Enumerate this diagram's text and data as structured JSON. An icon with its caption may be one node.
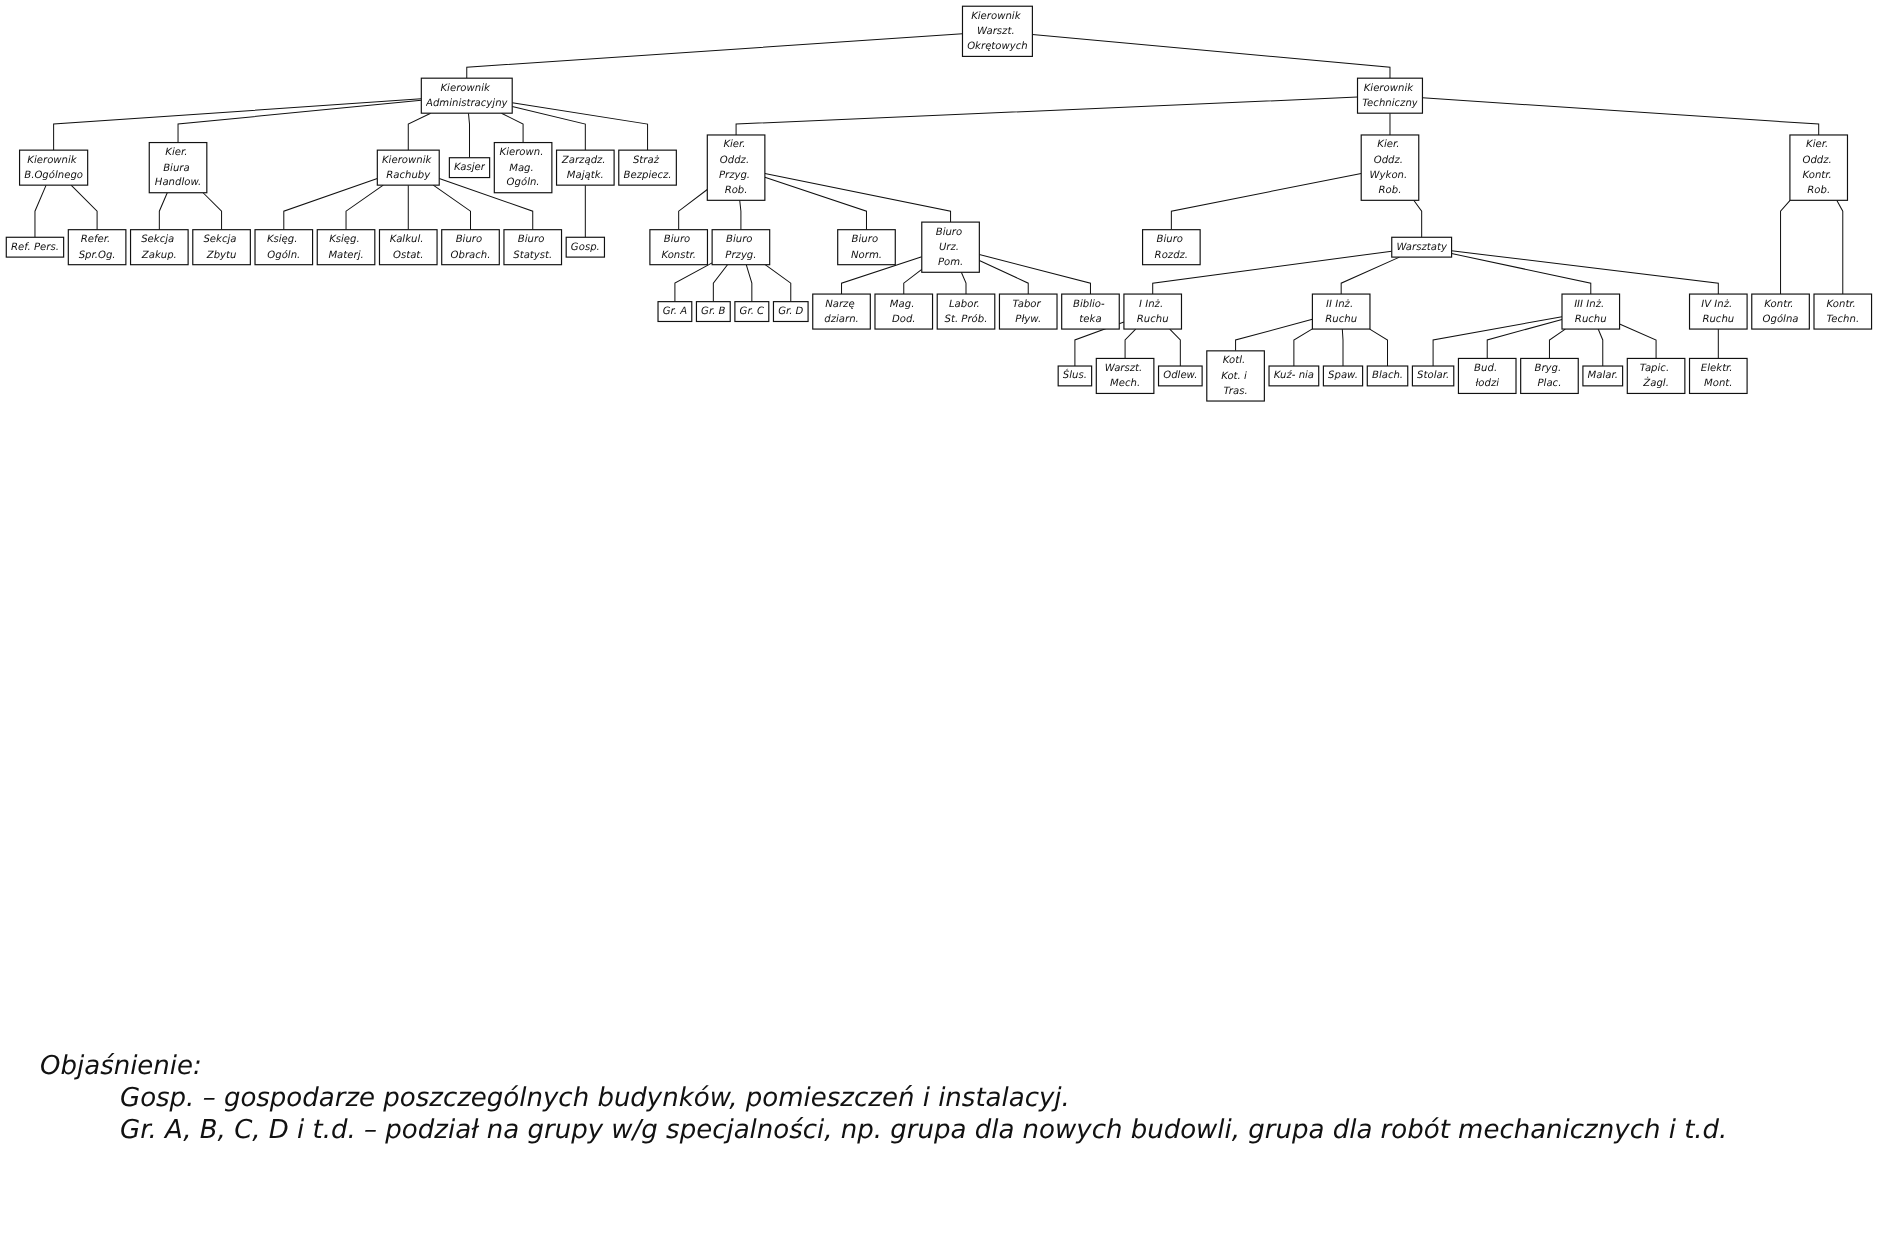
{
  "diagram": {
    "nodes": [
      {
        "text": [
          "Kierownik Warszt. Okrętowych"
        ]
      },
      {
        "text": [
          "Kierownik Administracyjny"
        ]
      },
      {
        "text": [
          "Kierownik Techniczny"
        ]
      },
      {
        "text": [
          "Kierownik B.Ogólnego"
        ]
      },
      {
        "text": [
          "Kier. Biura Handlow."
        ]
      },
      {
        "text": [
          "Kierownik Rachuby"
        ]
      },
      {
        "text": [
          "Kasjer"
        ]
      },
      {
        "text": [
          "Kierown. Mag. Ogóln."
        ]
      },
      {
        "text": [
          "Zarządz. Majątk."
        ]
      },
      {
        "text": [
          "Straż Bezpiecz."
        ]
      },
      {
        "text": [
          "Ref. Pers."
        ]
      },
      {
        "text": [
          "Refer. Spr.Og."
        ]
      },
      {
        "text": [
          "Sekcja Zakup."
        ]
      },
      {
        "text": [
          "Sekcja Zbytu"
        ]
      },
      {
        "text": [
          "Księg. Ogóln."
        ]
      },
      {
        "text": [
          "Księg. Materj."
        ]
      },
      {
        "text": [
          "Kalkul. Ostat."
        ]
      },
      {
        "text": [
          "Biuro Obrach."
        ]
      },
      {
        "text": [
          "Biuro Statyst."
        ]
      },
      {
        "text": [
          "Gosp."
        ]
      },
      {
        "text": [
          "Kier. Oddz. Przyg. Rob."
        ]
      },
      {
        "text": [
          "Kier. Oddz. Wykon. Rob."
        ]
      },
      {
        "text": [
          "Kier. Oddz. Kontr. Rob."
        ]
      },
      {
        "text": [
          "Biuro Konstr."
        ]
      },
      {
        "text": [
          "Biuro Przyg."
        ]
      },
      {
        "text": [
          "Biuro Norm."
        ]
      },
      {
        "text": [
          "Biuro Urz. Pom."
        ]
      },
      {
        "text": [
          "Biuro Rozdz."
        ]
      },
      {
        "text": [
          "Kontr. Ogólna"
        ]
      },
      {
        "text": [
          "Kontr. Techn."
        ]
      },
      {
        "text": [
          "Gr. A"
        ]
      },
      {
        "text": [
          "Gr. B"
        ]
      },
      {
        "text": [
          "Gr. C"
        ]
      },
      {
        "text": [
          "Gr. D"
        ]
      },
      {
        "text": [
          "Narzę dziarn."
        ]
      },
      {
        "text": [
          "Mag. Dod."
        ]
      },
      {
        "text": [
          "Labor. St. Prób."
        ]
      },
      {
        "text": [
          "Tabor Pływ."
        ]
      },
      {
        "text": [
          "Biblio- teka"
        ]
      },
      {
        "text": [
          "Warsztaty"
        ]
      },
      {
        "text": [
          "I Inż. Ruchu"
        ]
      },
      {
        "text": [
          "II Inż. Ruchu"
        ]
      },
      {
        "text": [
          "III Inż. Ruchu"
        ]
      },
      {
        "text": [
          "IV Inż. Ruchu"
        ]
      },
      {
        "text": [
          "Ślus."
        ]
      },
      {
        "text": [
          "Warszt. Mech."
        ]
      },
      {
        "text": [
          "Odlew."
        ]
      },
      {
        "text": [
          "Kotl. Kot. i Tras."
        ]
      },
      {
        "text": [
          "Kuź- nia"
        ]
      },
      {
        "text": [
          "Spaw."
        ]
      },
      {
        "text": [
          "Blach."
        ]
      },
      {
        "text": [
          "Stolar."
        ]
      },
      {
        "text": [
          "Bud. łodzi"
        ]
      },
      {
        "text": [
          "Bryg. Plac."
        ]
      },
      {
        "text": [
          "Malar."
        ]
      },
      {
        "text": [
          "Tapic. Żagl."
        ]
      },
      {
        "text": [
          "Elektr. Mont."
        ]
      }
    ],
    "edges": [
      {
        "from": 0,
        "to": 1,
        "arrow": "none"
      },
      {
        "from": 0,
        "to": 2,
        "arrow": "none"
      },
      {
        "from": 1,
        "to": 3,
        "arrow": "none"
      },
      {
        "from": 1,
        "to": 4,
        "arrow": "none"
      },
      {
        "from": 1,
        "to": 5,
        "arrow": "none"
      },
      {
        "from": 1,
        "to": 6,
        "arrow": "none"
      },
      {
        "from": 1,
        "to": 7,
        "arrow": "none"
      },
      {
        "from": 1,
        "to": 8,
        "arrow": "none"
      },
      {
        "from": 1,
        "to": 9,
        "arrow": "none"
      },
      {
        "from": 3,
        "to": 10,
        "arrow": "none"
      },
      {
        "from": 3,
        "to": 11,
        "arrow": "none"
      },
      {
        "from": 4,
        "to": 12,
        "arrow": "none"
      },
      {
        "from": 4,
        "to": 13,
        "arrow": "none"
      },
      {
        "from": 5,
        "to": 14,
        "arrow": "none"
      },
      {
        "from": 5,
        "to": 15,
        "arrow": "none"
      },
      {
        "from": 5,
        "to": 16,
        "arrow": "none"
      },
      {
        "from": 5,
        "to": 17,
        "arrow": "none"
      },
      {
        "from": 5,
        "to": 18,
        "arrow": "none"
      },
      {
        "from": 8,
        "to": 19,
        "arrow": "none"
      },
      {
        "from": 2,
        "to": 20,
        "arrow": "none"
      },
      {
        "from": 2,
        "to": 21,
        "arrow": "none"
      },
      {
        "from": 2,
        "to": 22,
        "arrow": "none"
      },
      {
        "from": 20,
        "to": 23,
        "arrow": "none"
      },
      {
        "from": 20,
        "to": 24,
        "arrow": "none"
      },
      {
        "from": 20,
        "to": 25,
        "arrow": "none"
      },
      {
        "from": 20,
        "to": 26,
        "arrow": "none"
      },
      {
        "from": 24,
        "to": 30,
        "arrow": "none"
      },
      {
        "from": 24,
        "to": 31,
        "arrow": "none"
      },
      {
        "from": 24,
        "to": 32,
        "arrow": "none"
      },
      {
        "from": 24,
        "to": 33,
        "arrow": "none"
      },
      {
        "from": 26,
        "to": 34,
        "arrow": "none"
      },
      {
        "from": 26,
        "to": 35,
        "arrow": "none"
      },
      {
        "from": 26,
        "to": 36,
        "arrow": "none"
      },
      {
        "from": 26,
        "to": 37,
        "arrow": "none"
      },
      {
        "from": 26,
        "to": 38,
        "arrow": "none"
      },
      {
        "from": 21,
        "to": 27,
        "arrow": "none"
      },
      {
        "from": 21,
        "to": 39,
        "arrow": "none"
      },
      {
        "from": 22,
        "to": 28,
        "arrow": "none"
      },
      {
        "from": 22,
        "to": 29,
        "arrow": "none"
      },
      {
        "from": 39,
        "to": 40,
        "arrow": "none"
      },
      {
        "from": 39,
        "to": 41,
        "arrow": "none"
      },
      {
        "from": 39,
        "to": 42,
        "arrow": "none"
      },
      {
        "from": 39,
        "to": 43,
        "arrow": "none"
      },
      {
        "from": 40,
        "to": 44,
        "arrow": "none"
      },
      {
        "from": 40,
        "to": 45,
        "arrow": "none"
      },
      {
        "from": 40,
        "to": 46,
        "arrow": "none"
      },
      {
        "from": 41,
        "to": 47,
        "arrow": "none"
      },
      {
        "from": 41,
        "to": 48,
        "arrow": "none"
      },
      {
        "from": 41,
        "to": 49,
        "arrow": "none"
      },
      {
        "from": 41,
        "to": 50,
        "arrow": "none"
      },
      {
        "from": 42,
        "to": 51,
        "arrow": "none"
      },
      {
        "from": 42,
        "to": 52,
        "arrow": "none"
      },
      {
        "from": 42,
        "to": 53,
        "arrow": "none"
      },
      {
        "from": 42,
        "to": 54,
        "arrow": "none"
      },
      {
        "from": 42,
        "to": 55,
        "arrow": "none"
      },
      {
        "from": 43,
        "to": 56,
        "arrow": "none"
      }
    ],
    "labels": [
      "Objaśnienie:",
      "Gosp. – gospodarze poszczególnych budynków, pomieszczeń i instalacyj.",
      "Gr. A, B, C, D i t.d. – podział na grupy w/g specjalności, np. grupa dla nowych budowli, grupa dla robót mechanicznych i t.d."
    ]
  }
}
